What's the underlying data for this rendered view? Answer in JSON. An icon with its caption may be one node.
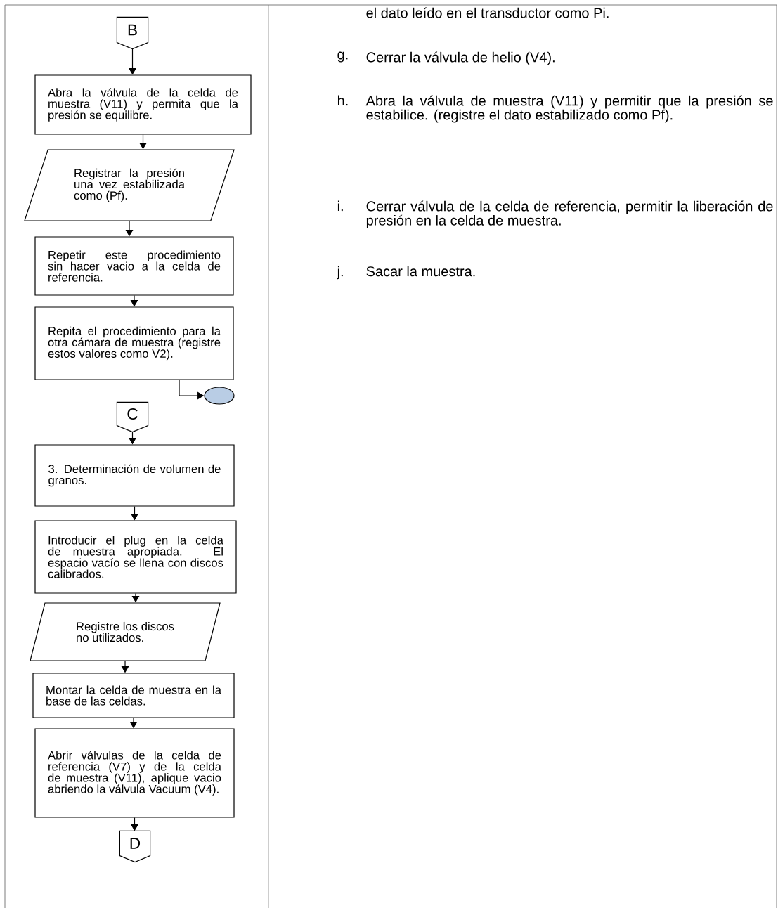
{
  "diagram": {
    "nodes": [
      {
        "text": [
          "B"
        ]
      },
      {
        "text": [
          "Abra la válvula de la celda de muestra (V11) y permita que la presión se equilibre."
        ]
      },
      {
        "text": [
          "Registrar la presión una vez estabilizada como (Pf)."
        ]
      },
      {
        "text": [
          "Repetir este procedimiento sin hacer vacio a la celda de referencia."
        ]
      },
      {
        "text": [
          "Repita el procedimiento para la otra cámara de muestra (registre estos valores como V2)."
        ]
      },
      {
        "text": [],
        "shape": "ellipse"
      },
      {
        "text": [
          "C"
        ]
      },
      {
        "text": [
          "3. Determinación de volumen de granos."
        ]
      },
      {
        "text": [
          "Introducir el plug en la celda de muestra apropiada. El espacio vacío se llena con discos calibrados."
        ]
      },
      {
        "text": [
          "Registre los discos no utilizados."
        ]
      },
      {
        "text": [
          "Montar la celda de muestra en la base de las celdas."
        ]
      },
      {
        "text": [
          "Abrir válvulas de la celda de referencia (V7) y de la celda de muestra (V11), aplique vacio abriendo la válvula Vacuum (V4)."
        ]
      },
      {
        "text": [
          "D"
        ]
      }
    ],
    "edges": [
      {
        "from": 0,
        "to": 1,
        "arrow": "to"
      },
      {
        "from": 1,
        "to": 2,
        "arrow": "to"
      },
      {
        "from": 2,
        "to": 3,
        "arrow": "to"
      },
      {
        "from": 3,
        "to": 4,
        "arrow": "to"
      },
      {
        "from": 4,
        "to": 5,
        "arrow": "to"
      },
      {
        "from": 6,
        "to": 7,
        "arrow": "to"
      },
      {
        "from": 7,
        "to": 8,
        "arrow": "to"
      },
      {
        "from": 8,
        "to": 9,
        "arrow": "to"
      },
      {
        "from": 9,
        "to": 10,
        "arrow": "to"
      },
      {
        "from": 10,
        "to": 11,
        "arrow": "to"
      },
      {
        "from": 11,
        "to": 12,
        "arrow": "to"
      }
    ],
    "labels": [
      "el dato leído en el transductor como Pi.",
      "g.",
      "Cerrar la válvula de helio (V4).",
      "h.",
      "Abra la válvula de muestra (V11) y permitir que la presión se estabilice. (registre el dato estabilizado como Pf).",
      "i.",
      "Cerrar válvula de la celda de referencia, permitir la liberación de presión en la celda de muestra.",
      "j.",
      "Sacar la muestra."
    ]
  }
}
